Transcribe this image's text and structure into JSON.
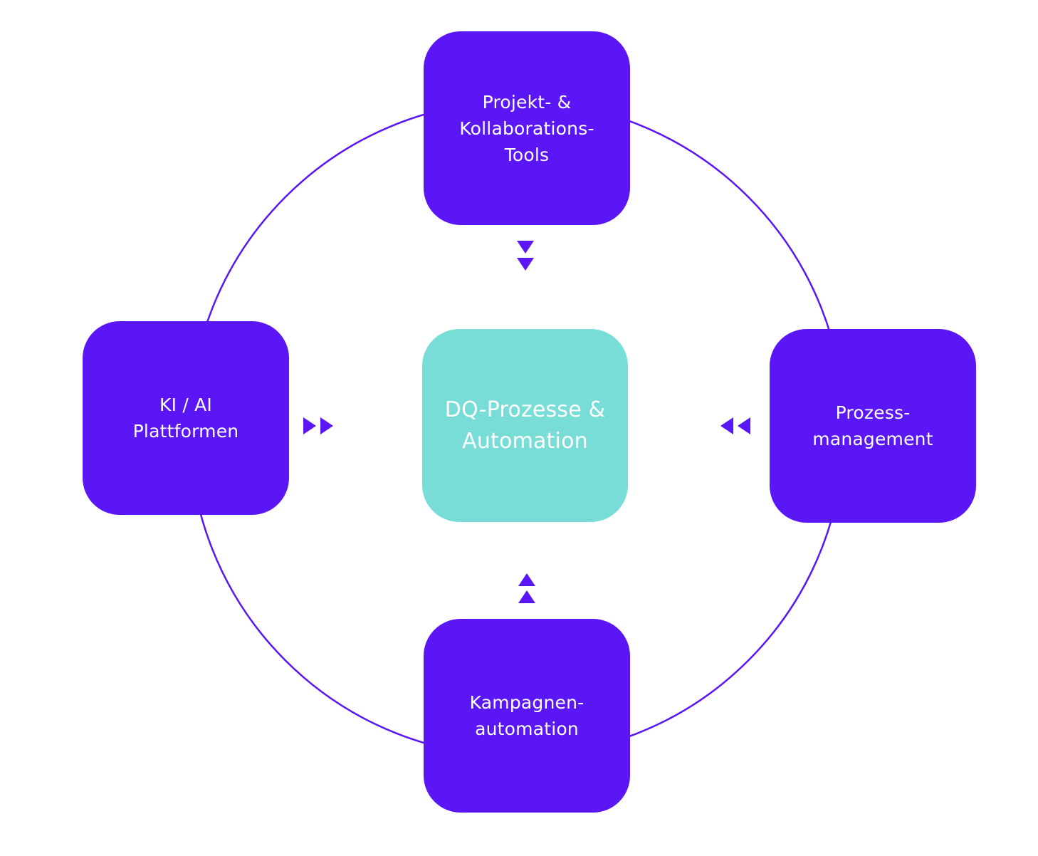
{
  "colors": {
    "outer_box": "#5a16f4",
    "center_box": "#77ddd6",
    "ring": "#5a16f4",
    "arrow": "#5a16f4",
    "text": "#ffffff"
  },
  "center": {
    "label": "DQ-Prozesse &\nAutomation"
  },
  "nodes": {
    "top": {
      "label": "Projekt- &\nKollaborations-\nTools",
      "arrow_icon": "double-triangle-down-icon"
    },
    "left": {
      "label": "KI / AI\nPlattformen",
      "arrow_icon": "double-triangle-right-icon"
    },
    "right": {
      "label": "Prozess-\nmanagement",
      "arrow_icon": "double-triangle-left-icon"
    },
    "bottom": {
      "label": "Kampagnen-\nautomation",
      "arrow_icon": "double-triangle-up-icon"
    }
  }
}
